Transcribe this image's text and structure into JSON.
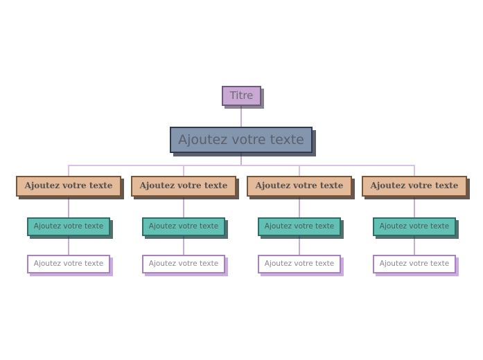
{
  "diagram": {
    "type": "organization-tree",
    "background_color": "#ffffff",
    "connector_color": "#c9aad8",
    "title_node": {
      "label": "Titre",
      "fill": "#c9a8d4",
      "border": "#6b5b7a",
      "text_color": "#6a6a72"
    },
    "main_node": {
      "label": "Ajoutez votre texte",
      "fill": "#8496ae",
      "border": "#2e3a52",
      "text_color": "#5a5f6b"
    },
    "columns": [
      {
        "tan": "Ajoutez votre texte",
        "teal": "Ajoutez votre texte",
        "white": "Ajoutez votre texte"
      },
      {
        "tan": "Ajoutez votre texte",
        "teal": "Ajoutez votre texte",
        "white": "Ajoutez votre texte"
      },
      {
        "tan": "Ajoutez votre texte",
        "teal": "Ajoutez votre texte",
        "white": "Ajoutez votre texte"
      },
      {
        "tan": "Ajoutez votre texte",
        "teal": "Ajoutez votre texte",
        "white": "Ajoutez votre texte"
      }
    ],
    "level_colors": {
      "tan_fill": "#e3bb9b",
      "tan_border": "#7a5436",
      "teal_fill": "#63c0b4",
      "teal_border": "#2b6e68",
      "white_fill": "#ffffff",
      "white_border": "#a87fc4"
    }
  }
}
